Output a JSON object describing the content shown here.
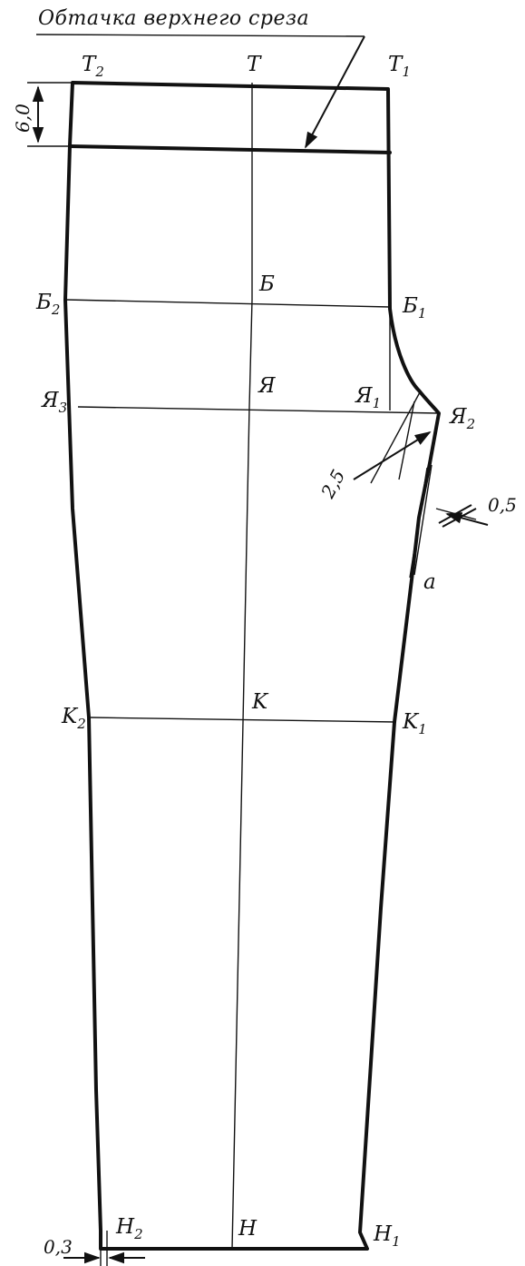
{
  "caption": "Обтачка верхнего среза",
  "points": {
    "T2": {
      "base": "T",
      "sub": "2"
    },
    "T": {
      "base": "T",
      "sub": ""
    },
    "T1": {
      "base": "T",
      "sub": "1"
    },
    "B2": {
      "base": "Б",
      "sub": "2"
    },
    "B": {
      "base": "Б",
      "sub": ""
    },
    "B1": {
      "base": "Б",
      "sub": "1"
    },
    "Ya3": {
      "base": "Я",
      "sub": "3"
    },
    "Ya": {
      "base": "Я",
      "sub": ""
    },
    "Ya1": {
      "base": "Я",
      "sub": "1"
    },
    "Ya2": {
      "base": "Я",
      "sub": "2"
    },
    "a": {
      "base": "a",
      "sub": ""
    },
    "K2": {
      "base": "K",
      "sub": "2"
    },
    "K": {
      "base": "K",
      "sub": ""
    },
    "K1": {
      "base": "K",
      "sub": "1"
    },
    "H2": {
      "base": "H",
      "sub": "2"
    },
    "H": {
      "base": "H",
      "sub": ""
    },
    "H1": {
      "base": "H",
      "sub": "1"
    }
  },
  "dimensions": {
    "waistband": "6,0",
    "crotch": "2,5",
    "inseam_offset": "0,5",
    "hem_offset": "0,3"
  }
}
